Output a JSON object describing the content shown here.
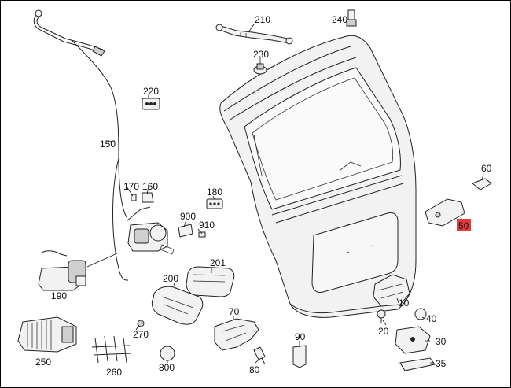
{
  "part_labels": {
    "p10": "10",
    "p20": "20",
    "p30": "30",
    "p35": "35",
    "p40": "40",
    "p50": "50",
    "p60": "60",
    "p70": "70",
    "p80": "80",
    "p90": "90",
    "p150": "150",
    "p160": "160",
    "p170": "170",
    "p180": "180",
    "p190": "190",
    "p200": "200",
    "p201": "201",
    "p210": "210",
    "p220": "220",
    "p230": "230",
    "p240": "240",
    "p250": "250",
    "p260": "260",
    "p270": "270",
    "p800": "800",
    "p900": "900",
    "p910": "910"
  },
  "colors": {
    "highlight": "#e63b3b",
    "stroke": "#222222",
    "fill": "#f2f2f2"
  }
}
